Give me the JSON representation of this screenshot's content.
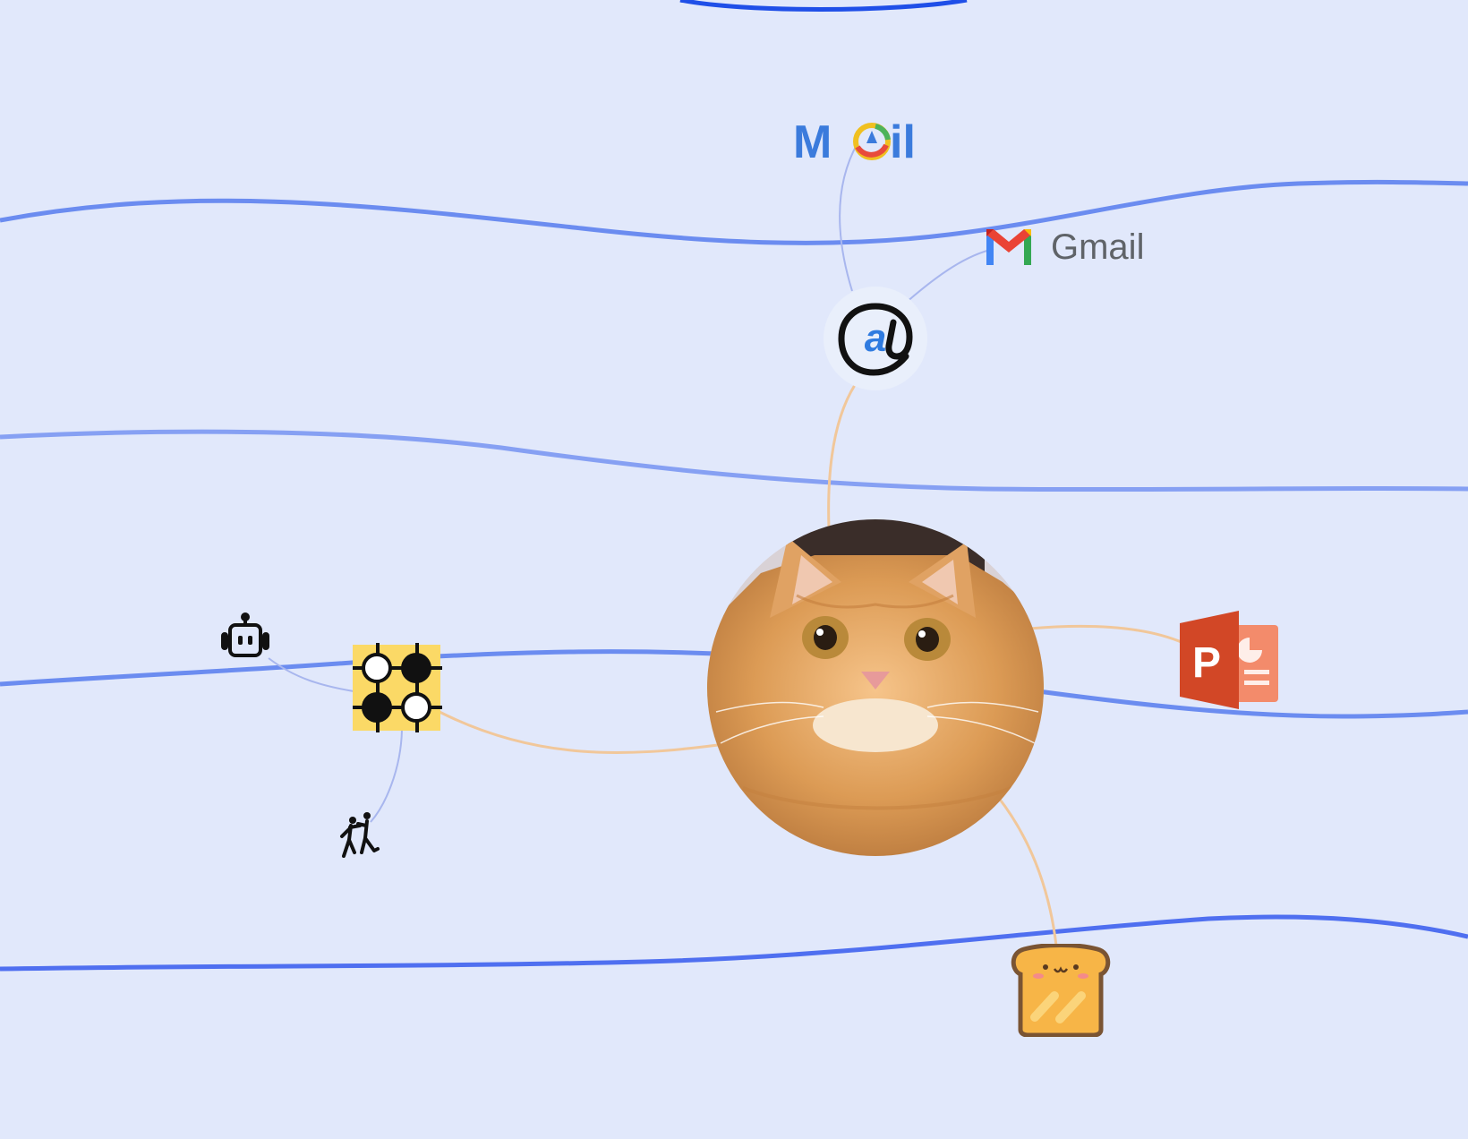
{
  "colors": {
    "background": "#e1e8fb",
    "wave": "#5b7ff2",
    "wave_dark": "#1f4fe8",
    "link_blue": "#a8b6ee",
    "link_orange": "#f1c79a",
    "at_circle": "#e9effb"
  },
  "nodes": {
    "center": {
      "icon": "orange-cat-photo"
    },
    "email_hub": {
      "icon": "at-sign-icon"
    },
    "moil": {
      "icon": "moil-logo",
      "logo_text_a": "M",
      "logo_text_b": "il"
    },
    "gmail": {
      "icon": "gmail-m-icon",
      "label": "Gmail"
    },
    "powerpoint": {
      "icon": "powerpoint-icon",
      "letter": "P"
    },
    "toast": {
      "icon": "kawaii-toast-icon"
    },
    "go_board": {
      "icon": "go-board-icon"
    },
    "robot": {
      "icon": "robot-icon"
    },
    "fighters": {
      "icon": "fighting-people-icon"
    }
  }
}
